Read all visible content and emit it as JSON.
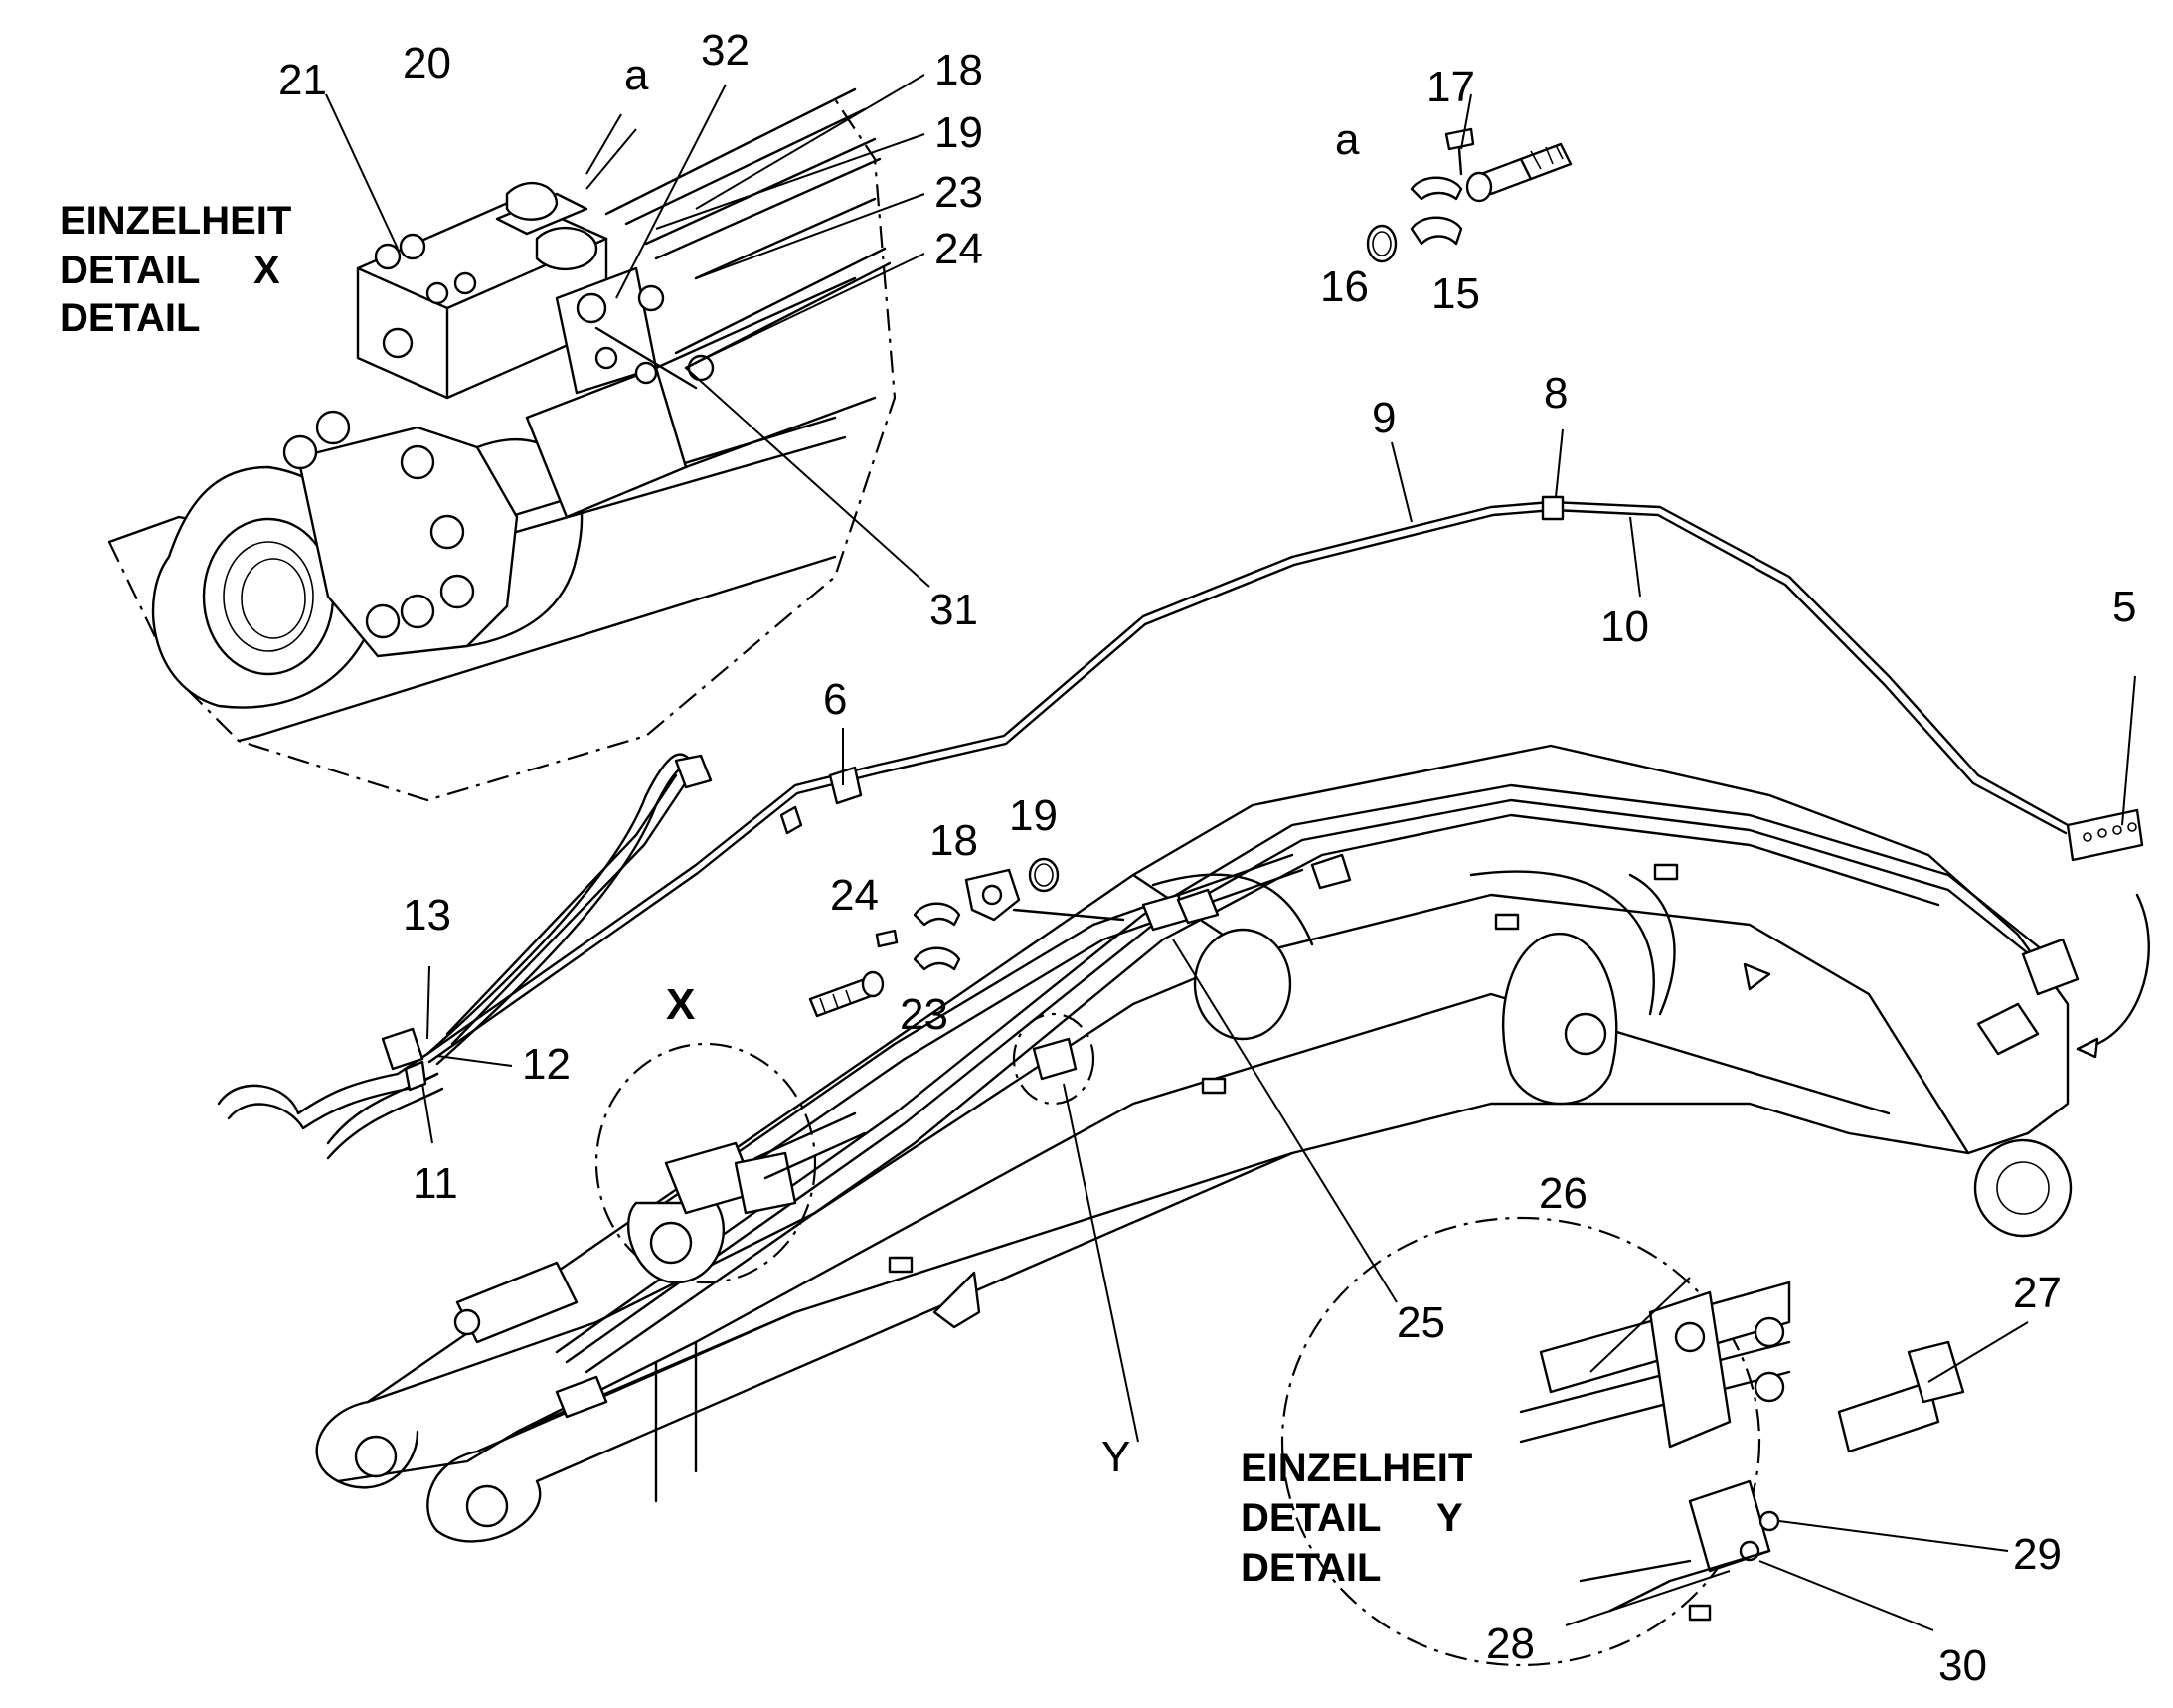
{
  "detail_x": {
    "line1": "EINZELHEIT",
    "line2": "DETAIL",
    "line2_letter": "X",
    "line3": "DETAIL"
  },
  "detail_y": {
    "line1": "EINZELHEIT",
    "line2": "DETAIL",
    "line2_letter": "Y",
    "line3": "DETAIL"
  },
  "view_markers": {
    "x": "X",
    "y": "Y",
    "a_top": "a",
    "a_exploded": "a"
  },
  "callouts": {
    "c5": "5",
    "c6": "6",
    "c8": "8",
    "c9": "9",
    "c10": "10",
    "c11": "11",
    "c12": "12",
    "c13": "13",
    "c15": "15",
    "c16": "16",
    "c17": "17",
    "c18_top": "18",
    "c18_mid": "18",
    "c19_top": "19",
    "c19_mid": "19",
    "c20": "20",
    "c21": "21",
    "c23_top": "23",
    "c23_mid": "23",
    "c24_top": "24",
    "c24_mid": "24",
    "c25": "25",
    "c26": "26",
    "c27": "27",
    "c28": "28",
    "c29": "29",
    "c30": "30",
    "c31": "31",
    "c32": "32"
  }
}
